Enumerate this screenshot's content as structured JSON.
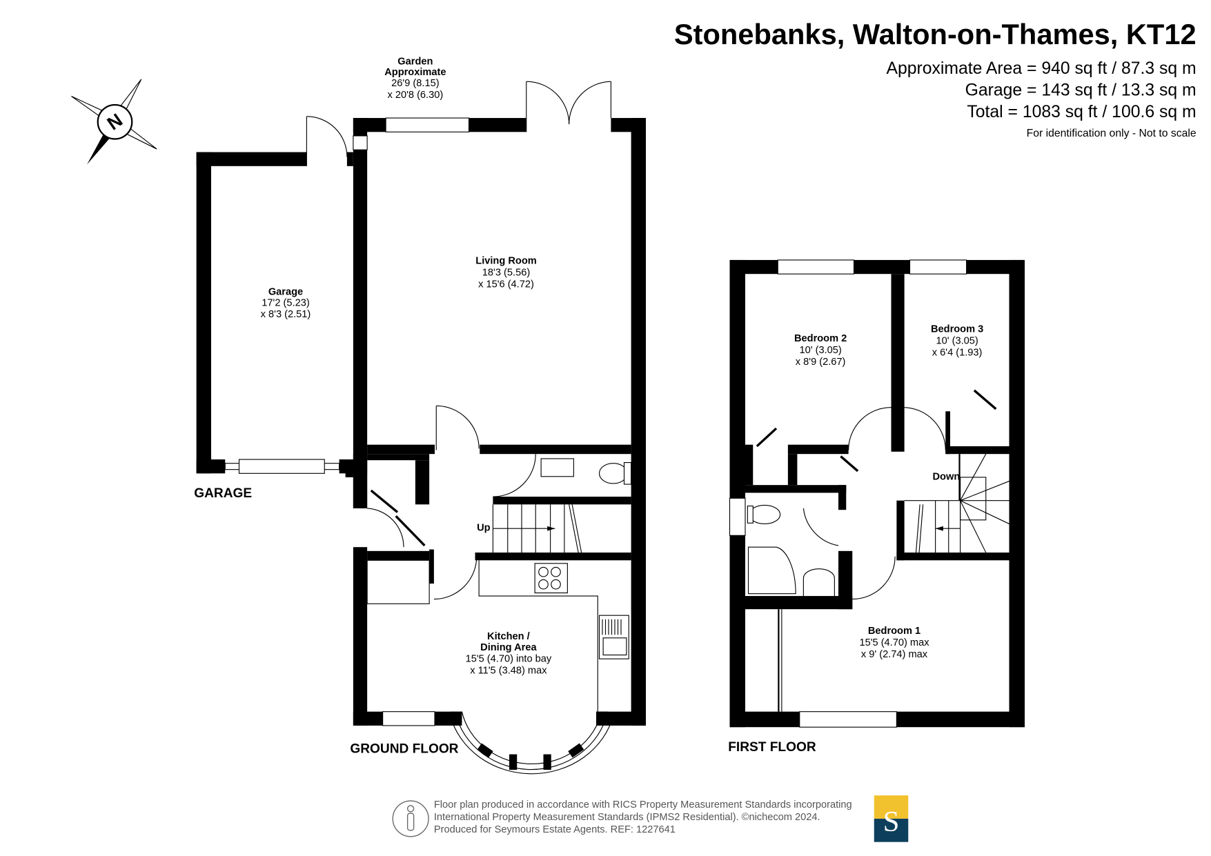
{
  "header": {
    "title": "Stonebanks, Walton-on-Thames, KT12",
    "areas": [
      "Approximate Area = 940 sq ft / 87.3 sq m",
      "Garage = 143 sq ft / 13.3 sq m",
      "Total = 1083 sq ft / 100.6 sq m"
    ],
    "note": "For identification only - Not to scale"
  },
  "compass": {
    "label": "N"
  },
  "floors": {
    "garage_label": "GARAGE",
    "ground_label": "GROUND FLOOR",
    "first_label": "FIRST FLOOR"
  },
  "rooms": {
    "garden": {
      "name1": "Garden",
      "name2": "Approximate",
      "dim1": "26'9 (8.15)",
      "dim2": "x 20'8 (6.30)"
    },
    "garage": {
      "name": "Garage",
      "dim1": "17'2 (5.23)",
      "dim2": "x 8'3 (2.51)"
    },
    "living": {
      "name": "Living Room",
      "dim1": "18'3 (5.56)",
      "dim2": "x 15'6 (4.72)"
    },
    "kitchen": {
      "name1": "Kitchen /",
      "name2": "Dining Area",
      "dim1": "15'5 (4.70) into bay",
      "dim2": "x 11'5 (3.48) max"
    },
    "bedroom1": {
      "name": "Bedroom 1",
      "dim1": "15'5 (4.70) max",
      "dim2": "x 9' (2.74) max"
    },
    "bedroom2": {
      "name": "Bedroom 2",
      "dim1": "10' (3.05)",
      "dim2": "x 8'9 (2.67)"
    },
    "bedroom3": {
      "name": "Bedroom 3",
      "dim1": "10' (3.05)",
      "dim2": "x 6'4 (1.93)"
    }
  },
  "stairs": {
    "up": "Up",
    "down": "Down"
  },
  "footer": {
    "lines": [
      "Floor plan produced in accordance with RICS Property Measurement Standards incorporating",
      "International Property Measurement Standards (IPMS2 Residential).   ©nichecom 2024.",
      "Produced for Seymours Estate Agents.   REF:  1227641"
    ],
    "logo_letter": "S",
    "logo_colors": {
      "top": "#f2c12e",
      "bottom": "#0d3f5c"
    }
  }
}
